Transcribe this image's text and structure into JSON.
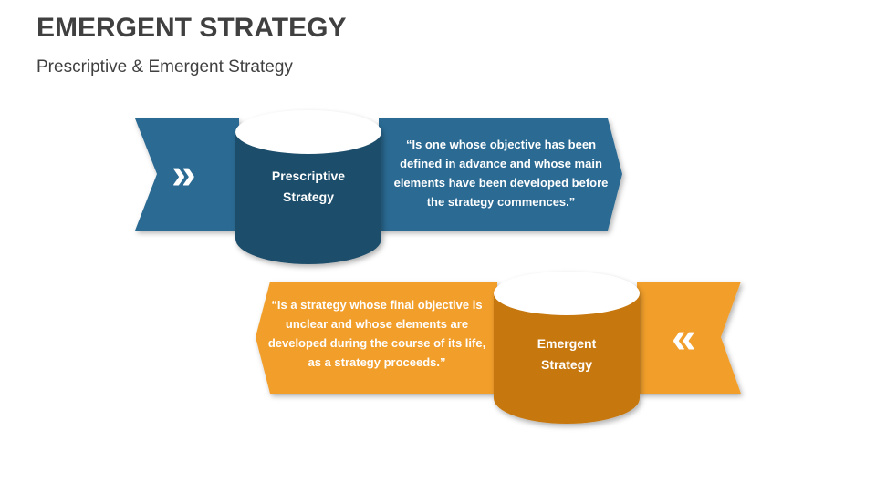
{
  "header": {
    "title": "EMERGENT STRATEGY",
    "subtitle": "Prescriptive & Emergent Strategy"
  },
  "colors": {
    "blue_ribbon": "#2a6b93",
    "blue_cylinder": "#1f4e6b",
    "orange_ribbon": "#f19e2c",
    "orange_cylinder": "#c6770d",
    "text": "#404040"
  },
  "items": [
    {
      "label_line1": "Prescriptive",
      "label_line2": "Strategy",
      "icon": "double-chevron-right",
      "icon_glyph": "»",
      "description": [
        "“Is one whose objective has been",
        "defined in advance and whose main",
        "elements have been developed before",
        "the strategy commences.”"
      ]
    },
    {
      "label_line1": "Emergent",
      "label_line2": "Strategy",
      "icon": "double-chevron-left",
      "icon_glyph": "«",
      "description": [
        "“Is a strategy whose final objective is",
        "unclear and whose elements are",
        "developed during the course of its life,",
        "as a strategy proceeds.”"
      ]
    }
  ]
}
